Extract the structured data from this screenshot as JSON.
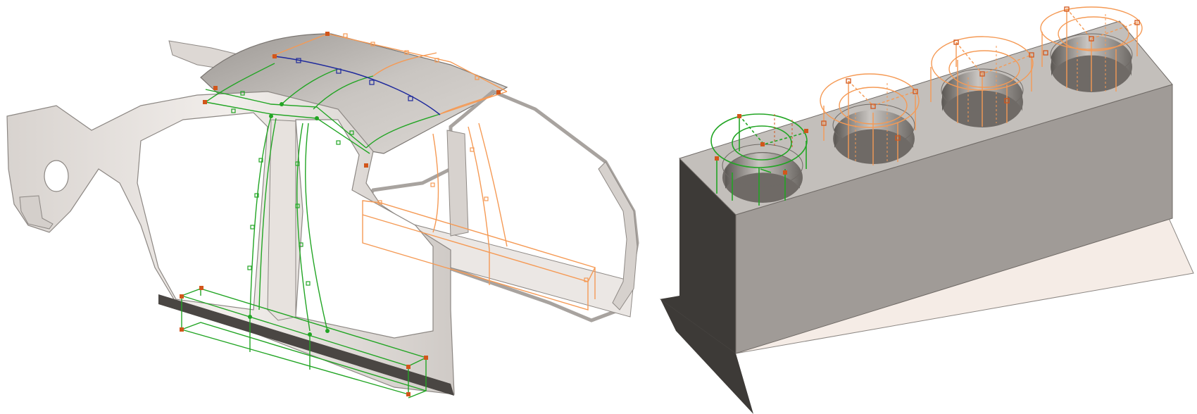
{
  "colors": {
    "background": "#ffffff",
    "body_light": "#e9e5e2",
    "body_mid": "#b9b4b0",
    "body_dark": "#6f6a66",
    "cage_green": "#22a524",
    "cage_orange": "#f59a55",
    "roof_curve_blue": "#1f2a9c",
    "control_point": "#d2561b",
    "block_top": "#c3bfbb",
    "block_front": "#a09b97",
    "block_side": "#3d3a37",
    "block_base": "#f5ece6"
  },
  "scenes": [
    {
      "id": "car-body-side",
      "icon": "car-body-side-panel-model"
    },
    {
      "id": "block-with-holes",
      "icon": "block-with-four-cylindrical-holes-model"
    }
  ]
}
